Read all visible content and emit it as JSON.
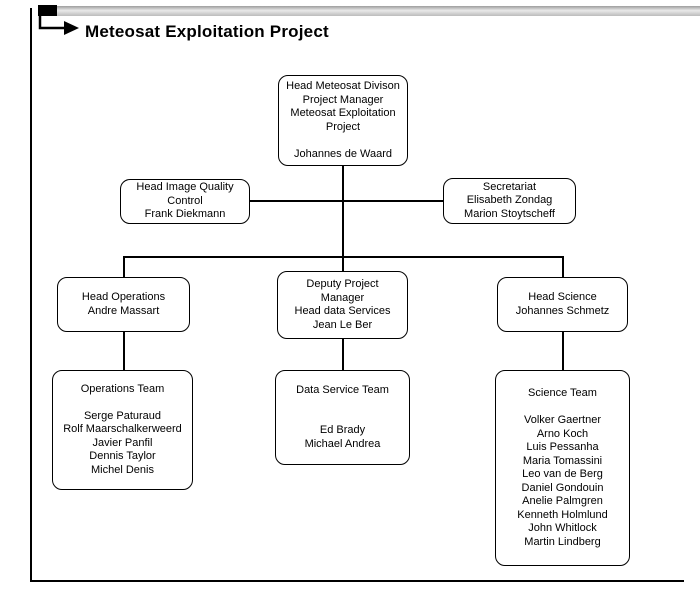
{
  "page": {
    "title": "Meteosat Exploitation Project"
  },
  "colors": {
    "box_border": "#000000",
    "box_fill": "#ffffff",
    "connector": "#000000",
    "accent_bar": "#c0c0c0",
    "text": "#000000"
  },
  "org": {
    "project_manager": {
      "lines": [
        "Head Meteosat Divison",
        "Project Manager",
        "Meteosat Exploitation",
        "Project",
        "",
        "Johannes de Waard"
      ]
    },
    "image_quality": {
      "lines": [
        "Head Image Quality",
        "Control",
        "Frank Diekmann"
      ]
    },
    "secretariat": {
      "lines": [
        "Secretariat",
        "Elisabeth Zondag",
        "Marion Stoytscheff"
      ]
    },
    "head_operations": {
      "lines": [
        "Head Operations",
        "Andre Massart"
      ]
    },
    "deputy_manager": {
      "lines": [
        "Deputy Project",
        "Manager",
        "Head data Services",
        "Jean Le Ber"
      ]
    },
    "head_science": {
      "lines": [
        "Head Science",
        "Johannes Schmetz"
      ]
    },
    "operations_team": {
      "lines": [
        "Operations Team",
        "",
        "Serge Paturaud",
        "Rolf Maarschalkerweerd",
        "Javier Panfil",
        "Dennis Taylor",
        "Michel Denis"
      ]
    },
    "data_service_team": {
      "lines": [
        "Data Service Team",
        "",
        "",
        "Ed Brady",
        "Michael Andrea"
      ]
    },
    "science_team": {
      "lines": [
        "Science Team",
        "",
        "Volker Gaertner",
        "Arno Koch",
        "Luis Pessanha",
        "Maria Tomassini",
        "Leo van de Berg",
        "Daniel Gondouin",
        "Anelie Palmgren",
        "Kenneth Holmlund",
        "John Whitlock",
        "Martin Lindberg"
      ]
    }
  }
}
